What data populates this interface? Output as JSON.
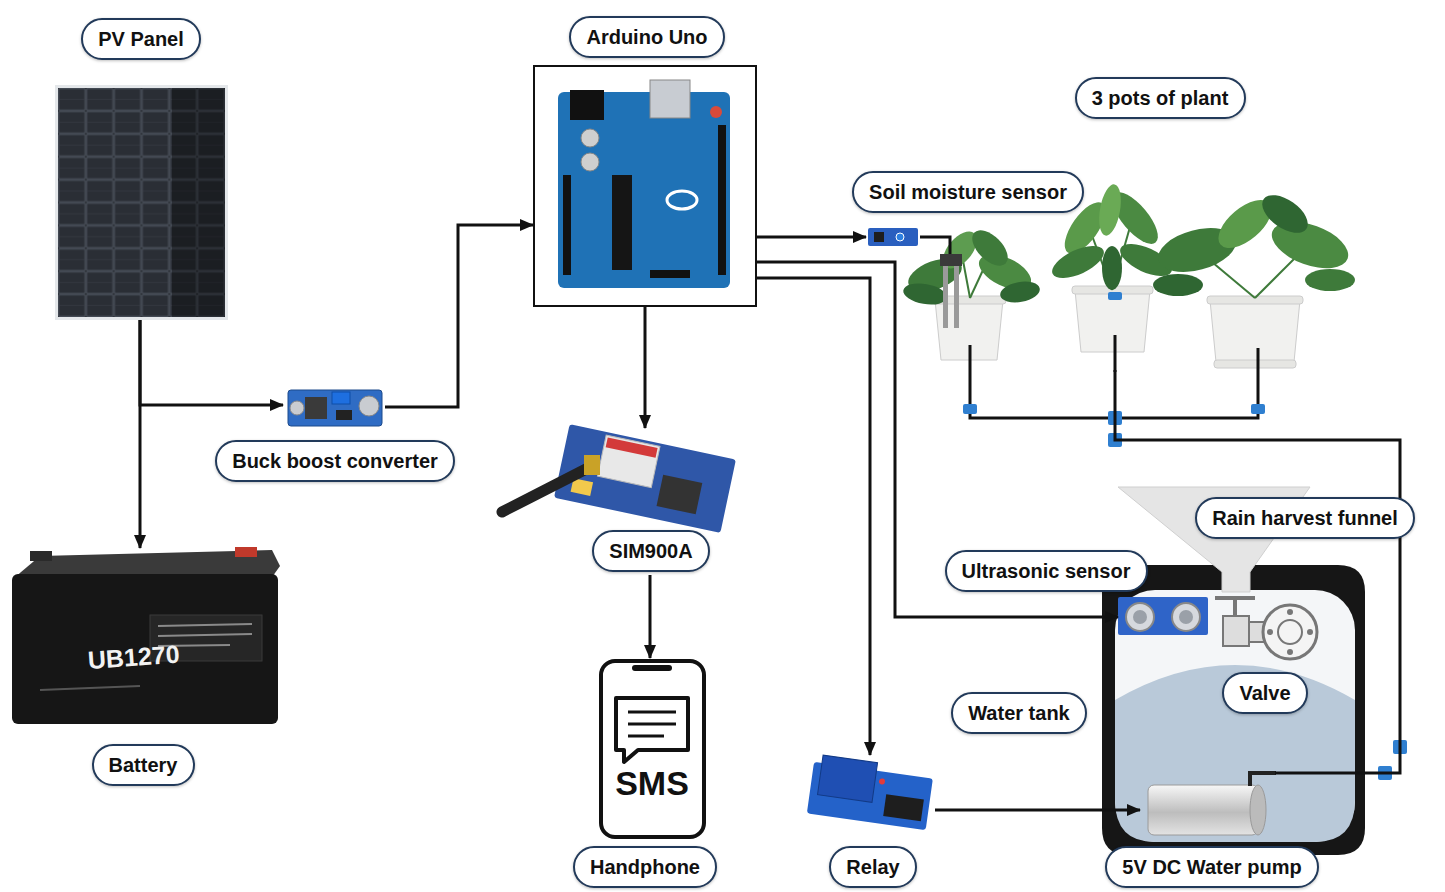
{
  "diagram": {
    "nodes": [
      {
        "text": [
          "PV Panel"
        ]
      },
      {
        "text": [
          "Arduino Uno"
        ]
      },
      {
        "text": [
          "3 pots of plant"
        ]
      },
      {
        "text": [
          "Soil moisture sensor"
        ]
      },
      {
        "text": [
          "Buck boost converter"
        ]
      },
      {
        "text": [
          "SIM900A"
        ]
      },
      {
        "text": [
          "Rain harvest funnel"
        ]
      },
      {
        "text": [
          "Ultrasonic sensor"
        ]
      },
      {
        "text": [
          "Valve"
        ]
      },
      {
        "text": [
          "Water tank"
        ]
      },
      {
        "text": [
          "Battery"
        ]
      },
      {
        "text": [
          "SMS",
          "Handphone"
        ]
      },
      {
        "text": [
          "Relay"
        ]
      },
      {
        "text": [
          "5V DC Water pump"
        ]
      }
    ],
    "edges": [
      {
        "from": 0,
        "to": 10,
        "arrow": "to"
      },
      {
        "from": 0,
        "to": 4,
        "arrow": "to"
      },
      {
        "from": 4,
        "to": 1,
        "arrow": "to"
      },
      {
        "from": 1,
        "to": 3,
        "arrow": "to"
      },
      {
        "from": 1,
        "to": 5,
        "arrow": "to"
      },
      {
        "from": 5,
        "to": 11,
        "arrow": "to"
      },
      {
        "from": 1,
        "to": 7,
        "arrow": "to"
      },
      {
        "from": 1,
        "to": 12,
        "arrow": "to"
      },
      {
        "from": 12,
        "to": 13,
        "arrow": "to"
      },
      {
        "from": 13,
        "to": 2,
        "arrow": "none"
      }
    ],
    "labels": [
      "UB1270"
    ]
  }
}
